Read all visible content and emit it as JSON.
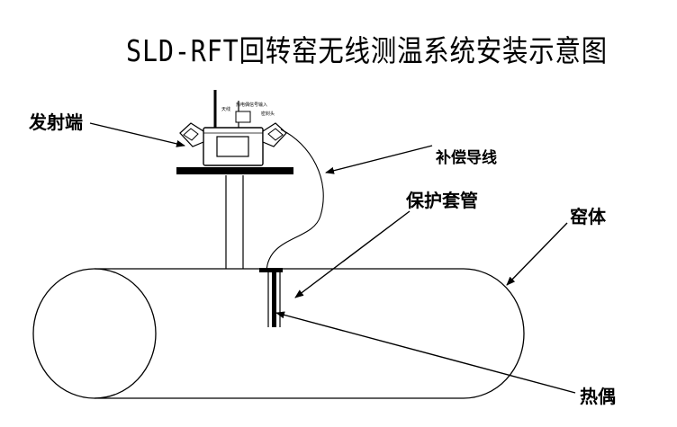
{
  "title": "SLD-RFT回转窑无线测温系统安装示意图",
  "labels": {
    "transmitter": "发射端",
    "compensation_wire": "补偿导线",
    "protection_sleeve": "保护套管",
    "kiln_body": "窑体",
    "thermocouple": "热偶"
  },
  "device_small_labels": {
    "antenna": "天线",
    "thermocouple_input": "热电偶信号输入",
    "sealing_head": "密封头"
  },
  "colors": {
    "line": "#000000",
    "background": "#ffffff"
  }
}
